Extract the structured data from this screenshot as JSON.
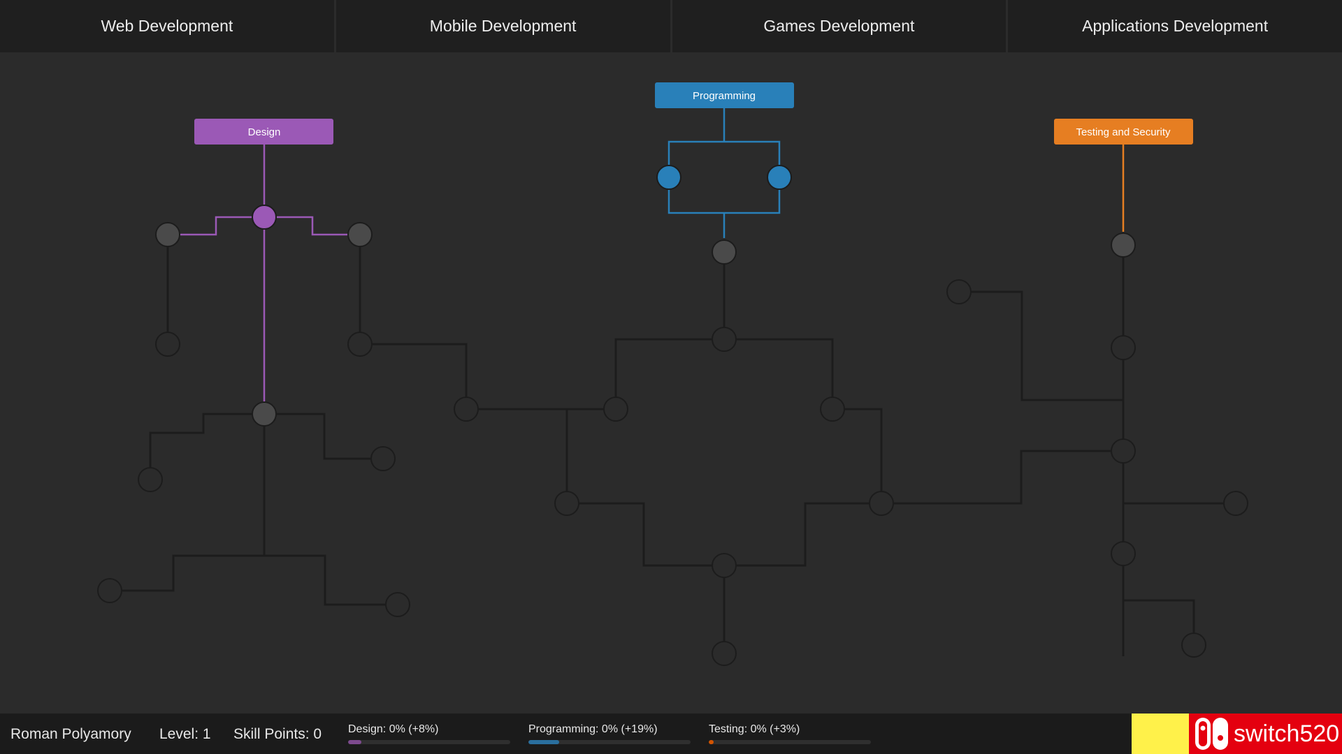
{
  "tabs": [
    {
      "label": "Web Development"
    },
    {
      "label": "Mobile Development"
    },
    {
      "label": "Games Development"
    },
    {
      "label": "Applications Development"
    }
  ],
  "skill_tree": {
    "categories": [
      {
        "label": "Design",
        "color": "#9b59b6"
      },
      {
        "label": "Programming",
        "color": "#2980b9"
      },
      {
        "label": "Testing and Security",
        "color": "#e67e22"
      }
    ],
    "locked_node_color": "#4a4a4a",
    "connector_color": "#1c1c1c"
  },
  "footer": {
    "player_name": "Roman Polyamory",
    "level": "Level: 1",
    "skill_points": "Skill Points: 0",
    "stats": [
      {
        "label": "Design: 0% (+8%)",
        "progress": 0.08,
        "color": "#7d4a8e"
      },
      {
        "label": "Programming: 0% (+19%)",
        "progress": 0.19,
        "color": "#2a6f9e"
      },
      {
        "label": "Testing: 0% (+3%)",
        "progress": 0.03,
        "color": "#d35400"
      }
    ]
  },
  "watermark": {
    "text": "switch520",
    "icon": "nintendo-switch-icon"
  }
}
